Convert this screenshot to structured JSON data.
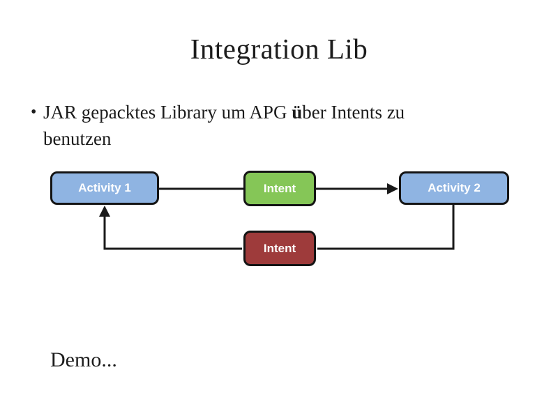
{
  "slide": {
    "title": "Integration Lib",
    "bullet": {
      "marker": "•",
      "full_text": "JAR gepacktes Library um APG über Intents zu benutzen",
      "line1_before_umlaut": "JAR gepacktes Library um APG ",
      "umlaut": "ü",
      "line1_after_umlaut": "ber Intents zu",
      "line2": "benutzen"
    },
    "demo_text": "Demo..."
  },
  "diagram": {
    "nodes": [
      {
        "id": "activity1",
        "label": "Activity 1",
        "fill": "#8FB4E2"
      },
      {
        "id": "intent_forward",
        "label": "Intent",
        "fill": "#85C657"
      },
      {
        "id": "activity2",
        "label": "Activity 2",
        "fill": "#8FB4E2"
      },
      {
        "id": "intent_back",
        "label": "Intent",
        "fill": "#9E3B3B"
      }
    ],
    "edges": [
      {
        "from": "activity1",
        "to": "intent_forward",
        "arrow": false
      },
      {
        "from": "intent_forward",
        "to": "activity2",
        "arrow": true
      },
      {
        "from": "activity2",
        "to": "intent_back",
        "arrow": false
      },
      {
        "from": "intent_back",
        "to": "activity1",
        "arrow": true
      }
    ],
    "connector_color": "#1a1a1a",
    "node_border_color": "#141414",
    "node_text_color": "#ffffff"
  }
}
